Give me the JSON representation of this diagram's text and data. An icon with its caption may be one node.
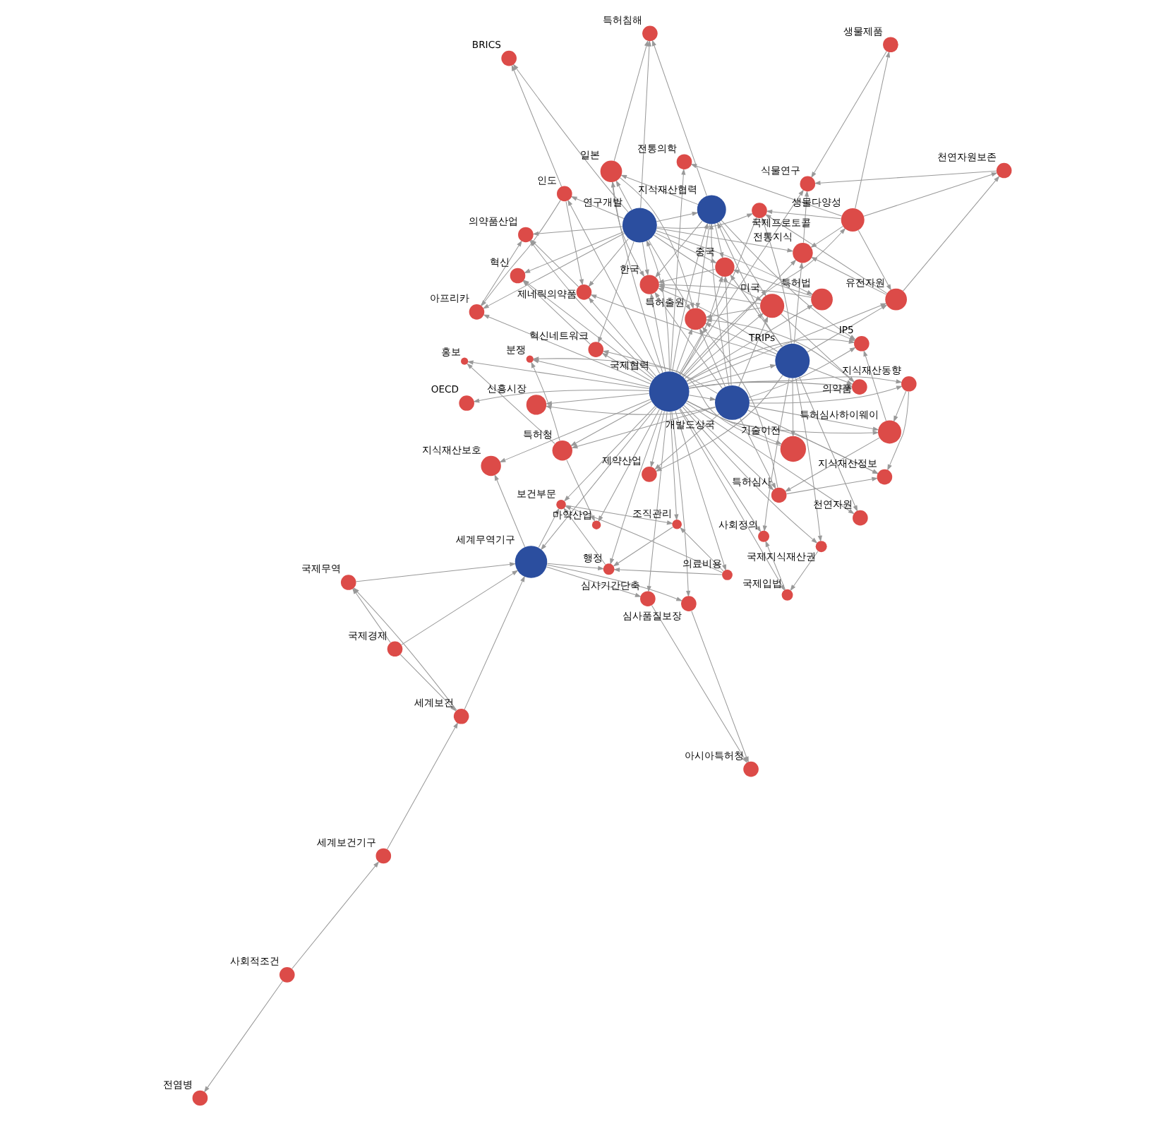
{
  "diagram": {
    "nodes": [
      {
        "text": [
          "전염병"
        ]
      },
      {
        "text": [
          "사회적조건"
        ]
      },
      {
        "text": [
          "세계보건기구"
        ]
      },
      {
        "text": [
          "국제무역"
        ]
      },
      {
        "text": [
          "세계보건"
        ]
      },
      {
        "text": [
          "식물연구"
        ]
      },
      {
        "text": [
          "국제경제"
        ]
      },
      {
        "text": [
          "천연자원"
        ]
      },
      {
        "text": [
          "국제지식재산권"
        ]
      },
      {
        "text": [
          "국제입법"
        ]
      },
      {
        "text": [
          "아시아특허청"
        ]
      },
      {
        "text": [
          "사회정의"
        ]
      },
      {
        "text": [
          "심사품질보장"
        ]
      },
      {
        "text": [
          "천연자원보존"
        ]
      },
      {
        "text": [
          "전통의학"
        ]
      },
      {
        "text": [
          "생물다양성"
        ]
      },
      {
        "text": [
          "의료비용"
        ]
      },
      {
        "text": [
          "생물제품"
        ]
      },
      {
        "text": [
          "보건부문"
        ]
      },
      {
        "text": [
          "심사기간단축"
        ]
      },
      {
        "text": [
          "지식재산보호"
        ]
      },
      {
        "text": [
          "세계무역기구"
        ]
      },
      {
        "text": [
          "국제프로토콜"
        ]
      },
      {
        "text": [
          "유전자원"
        ]
      },
      {
        "text": [
          "TRIPs"
        ]
      },
      {
        "text": [
          "행정"
        ]
      },
      {
        "text": [
          "전통지식"
        ]
      },
      {
        "text": [
          "조직관리"
        ]
      },
      {
        "text": [
          "마약산업"
        ]
      },
      {
        "text": [
          "국제협력"
        ]
      },
      {
        "text": [
          "기술이전"
        ]
      },
      {
        "text": [
          "혁신네트워크"
        ]
      },
      {
        "text": [
          "특허청"
        ]
      },
      {
        "text": [
          "홍보"
        ]
      },
      {
        "text": [
          "제네릭의약품"
        ]
      },
      {
        "text": [
          "연구개발"
        ]
      },
      {
        "text": [
          "개발도상국"
        ]
      },
      {
        "text": [
          "분쟁"
        ]
      },
      {
        "text": [
          "인도"
        ]
      },
      {
        "text": [
          "OECD"
        ]
      },
      {
        "text": [
          "지식재산협력"
        ]
      },
      {
        "text": [
          "지식재산동향"
        ]
      },
      {
        "text": [
          "신흥시장"
        ]
      },
      {
        "text": [
          "중국"
        ]
      },
      {
        "text": [
          "아프리카"
        ]
      },
      {
        "text": [
          "혁신"
        ]
      },
      {
        "text": [
          "IP5"
        ]
      },
      {
        "text": [
          "특허법"
        ]
      },
      {
        "text": [
          "의약품"
        ]
      },
      {
        "text": [
          "특허심사하이웨이"
        ]
      },
      {
        "text": [
          "의약품산업"
        ]
      },
      {
        "text": [
          "지식재산정보"
        ]
      },
      {
        "text": [
          "일본"
        ]
      },
      {
        "text": [
          "미국"
        ]
      },
      {
        "text": [
          "BRICS"
        ]
      },
      {
        "text": [
          "특허심사"
        ]
      },
      {
        "text": [
          "한국"
        ]
      },
      {
        "text": [
          "제약산업"
        ]
      },
      {
        "text": [
          "특허침해"
        ]
      },
      {
        "text": [
          "특허출원"
        ]
      }
    ],
    "edges": [
      {
        "from": 1,
        "to": 0,
        "arrow": "to"
      },
      {
        "from": 1,
        "to": 2,
        "arrow": "to"
      },
      {
        "from": 2,
        "to": 4,
        "arrow": "to"
      },
      {
        "from": 4,
        "to": 3,
        "arrow": "to"
      },
      {
        "from": 6,
        "to": 4,
        "arrow": "to"
      },
      {
        "from": 6,
        "to": 3,
        "arrow": "to"
      },
      {
        "from": 12,
        "to": 10,
        "arrow": "to"
      },
      {
        "from": 16,
        "to": 18,
        "arrow": "to"
      },
      {
        "from": 18,
        "to": 27,
        "arrow": "to"
      },
      {
        "from": 16,
        "to": 27,
        "arrow": "to"
      },
      {
        "from": 27,
        "to": 25,
        "arrow": "to"
      },
      {
        "from": 25,
        "to": 18,
        "arrow": "to"
      },
      {
        "from": 16,
        "to": 25,
        "arrow": "to"
      },
      {
        "from": 8,
        "to": 9,
        "arrow": "to"
      },
      {
        "from": 9,
        "to": 11,
        "arrow": "to"
      },
      {
        "from": 3,
        "to": 21,
        "arrow": "to"
      },
      {
        "from": 4,
        "to": 21,
        "arrow": "to"
      },
      {
        "from": 6,
        "to": 21,
        "arrow": "to"
      },
      {
        "from": 19,
        "to": 10,
        "arrow": "to"
      },
      {
        "from": 21,
        "to": 12,
        "arrow": "to"
      },
      {
        "from": 15,
        "to": 14,
        "arrow": "to"
      },
      {
        "from": 15,
        "to": 13,
        "arrow": "to"
      },
      {
        "from": 15,
        "to": 17,
        "arrow": "to"
      },
      {
        "from": 15,
        "to": 22,
        "arrow": "to"
      },
      {
        "from": 15,
        "to": 26,
        "arrow": "to"
      },
      {
        "from": 15,
        "to": 23,
        "arrow": "to"
      },
      {
        "from": 17,
        "to": 5,
        "arrow": "to"
      },
      {
        "from": 26,
        "to": 5,
        "arrow": "to"
      },
      {
        "from": 13,
        "to": 5,
        "arrow": "to"
      },
      {
        "from": 23,
        "to": 22,
        "arrow": "to"
      },
      {
        "from": 23,
        "to": 13,
        "arrow": "to"
      },
      {
        "from": 23,
        "to": 26,
        "arrow": "to"
      },
      {
        "from": 30,
        "to": 31,
        "arrow": "to"
      },
      {
        "from": 32,
        "to": 33,
        "arrow": "to"
      },
      {
        "from": 32,
        "to": 37,
        "arrow": "to"
      },
      {
        "from": 32,
        "to": 28,
        "arrow": "to"
      },
      {
        "from": 49,
        "to": 55,
        "arrow": "to"
      },
      {
        "from": 53,
        "to": 46,
        "arrow": "to"
      },
      {
        "from": 52,
        "to": 59,
        "arrow": "to"
      },
      {
        "from": 52,
        "to": 58,
        "arrow": "to"
      },
      {
        "from": 53,
        "to": 59,
        "arrow": "to"
      },
      {
        "from": 47,
        "to": 56,
        "arrow": "to"
      },
      {
        "from": 47,
        "to": 43,
        "arrow": "to"
      },
      {
        "from": 43,
        "to": 56,
        "arrow": "to"
      },
      {
        "from": 52,
        "to": 56,
        "arrow": "to"
      },
      {
        "from": 53,
        "to": 56,
        "arrow": "to"
      },
      {
        "from": 55,
        "to": 59,
        "arrow": "to"
      },
      {
        "from": 55,
        "to": 51,
        "arrow": "to"
      },
      {
        "from": 41,
        "to": 51,
        "arrow": "to"
      },
      {
        "from": 41,
        "to": 49,
        "arrow": "to"
      },
      {
        "from": 49,
        "to": 46,
        "arrow": "to"
      },
      {
        "from": 53,
        "to": 48,
        "arrow": "to"
      },
      {
        "from": 48,
        "to": 59,
        "arrow": "to"
      },
      {
        "from": 38,
        "to": 44,
        "arrow": "to"
      },
      {
        "from": 38,
        "to": 34,
        "arrow": "to"
      },
      {
        "from": 44,
        "to": 50,
        "arrow": "to"
      },
      {
        "from": 38,
        "to": 54,
        "arrow": "to"
      },
      {
        "from": 31,
        "to": 45,
        "arrow": "to"
      },
      {
        "from": 34,
        "to": 50,
        "arrow": "to"
      },
      {
        "from": 29,
        "to": 24,
        "arrow": "to"
      },
      {
        "from": 29,
        "to": 20,
        "arrow": "to"
      },
      {
        "from": 29,
        "to": 21,
        "arrow": "to"
      },
      {
        "from": 29,
        "to": 30,
        "arrow": "to"
      },
      {
        "from": 29,
        "to": 35,
        "arrow": "to"
      },
      {
        "from": 29,
        "to": 36,
        "arrow": "to"
      },
      {
        "from": 29,
        "to": 40,
        "arrow": "to"
      },
      {
        "from": 29,
        "to": 32,
        "arrow": "to"
      },
      {
        "from": 29,
        "to": 33,
        "arrow": "to"
      },
      {
        "from": 29,
        "to": 37,
        "arrow": "to"
      },
      {
        "from": 29,
        "to": 41,
        "arrow": "to"
      },
      {
        "from": 29,
        "to": 42,
        "arrow": "to"
      },
      {
        "from": 29,
        "to": 46,
        "arrow": "to"
      },
      {
        "from": 29,
        "to": 48,
        "arrow": "to"
      },
      {
        "from": 29,
        "to": 52,
        "arrow": "to"
      },
      {
        "from": 29,
        "to": 53,
        "arrow": "to"
      },
      {
        "from": 29,
        "to": 59,
        "arrow": "to"
      },
      {
        "from": 29,
        "to": 43,
        "arrow": "to"
      },
      {
        "from": 29,
        "to": 47,
        "arrow": "to"
      },
      {
        "from": 29,
        "to": 56,
        "arrow": "to"
      },
      {
        "from": 29,
        "to": 28,
        "arrow": "to"
      },
      {
        "from": 29,
        "to": 25,
        "arrow": "to"
      },
      {
        "from": 29,
        "to": 18,
        "arrow": "to"
      },
      {
        "from": 29,
        "to": 27,
        "arrow": "to"
      },
      {
        "from": 29,
        "to": 23,
        "arrow": "to"
      },
      {
        "from": 29,
        "to": 26,
        "arrow": "to"
      },
      {
        "from": 29,
        "to": 22,
        "arrow": "to"
      },
      {
        "from": 29,
        "to": 15,
        "arrow": "to"
      },
      {
        "from": 29,
        "to": 11,
        "arrow": "to"
      },
      {
        "from": 29,
        "to": 9,
        "arrow": "to"
      },
      {
        "from": 29,
        "to": 8,
        "arrow": "to"
      },
      {
        "from": 29,
        "to": 34,
        "arrow": "to"
      },
      {
        "from": 29,
        "to": 38,
        "arrow": "to"
      },
      {
        "from": 29,
        "to": 44,
        "arrow": "to"
      },
      {
        "from": 29,
        "to": 50,
        "arrow": "to"
      },
      {
        "from": 29,
        "to": 57,
        "arrow": "to"
      },
      {
        "from": 29,
        "to": 55,
        "arrow": "to"
      },
      {
        "from": 29,
        "to": 49,
        "arrow": "to"
      },
      {
        "from": 29,
        "to": 51,
        "arrow": "to"
      },
      {
        "from": 29,
        "to": 39,
        "arrow": "to"
      },
      {
        "from": 29,
        "to": 31,
        "arrow": "to"
      },
      {
        "from": 29,
        "to": 45,
        "arrow": "to"
      },
      {
        "from": 29,
        "to": 16,
        "arrow": "to"
      },
      {
        "from": 29,
        "to": 12,
        "arrow": "to"
      },
      {
        "from": 29,
        "to": 19,
        "arrow": "to"
      },
      {
        "from": 29,
        "to": 14,
        "arrow": "to"
      },
      {
        "from": 29,
        "to": 7,
        "arrow": "to"
      },
      {
        "from": 29,
        "to": 5,
        "arrow": "to"
      },
      {
        "from": 24,
        "to": 11,
        "arrow": "to"
      },
      {
        "from": 24,
        "to": 8,
        "arrow": "to"
      },
      {
        "from": 24,
        "to": 23,
        "arrow": "to"
      },
      {
        "from": 24,
        "to": 26,
        "arrow": "to"
      },
      {
        "from": 24,
        "to": 30,
        "arrow": "to"
      },
      {
        "from": 24,
        "to": 34,
        "arrow": "to"
      },
      {
        "from": 24,
        "to": 40,
        "arrow": "to"
      },
      {
        "from": 24,
        "to": 48,
        "arrow": "to"
      },
      {
        "from": 24,
        "to": 57,
        "arrow": "to"
      },
      {
        "from": 24,
        "to": 59,
        "arrow": "to"
      },
      {
        "from": 24,
        "to": 43,
        "arrow": "to"
      },
      {
        "from": 24,
        "to": 56,
        "arrow": "to"
      },
      {
        "from": 24,
        "to": 7,
        "arrow": "to"
      },
      {
        "from": 24,
        "to": 22,
        "arrow": "to"
      },
      {
        "from": 35,
        "to": 34,
        "arrow": "to"
      },
      {
        "from": 35,
        "to": 38,
        "arrow": "to"
      },
      {
        "from": 35,
        "to": 45,
        "arrow": "to"
      },
      {
        "from": 35,
        "to": 44,
        "arrow": "to"
      },
      {
        "from": 35,
        "to": 50,
        "arrow": "to"
      },
      {
        "from": 35,
        "to": 54,
        "arrow": "to"
      },
      {
        "from": 35,
        "to": 47,
        "arrow": "to"
      },
      {
        "from": 35,
        "to": 43,
        "arrow": "to"
      },
      {
        "from": 35,
        "to": 40,
        "arrow": "to"
      },
      {
        "from": 35,
        "to": 56,
        "arrow": "to"
      },
      {
        "from": 35,
        "to": 59,
        "arrow": "to"
      },
      {
        "from": 35,
        "to": 58,
        "arrow": "to"
      },
      {
        "from": 35,
        "to": 53,
        "arrow": "to"
      },
      {
        "from": 35,
        "to": 52,
        "arrow": "to"
      },
      {
        "from": 35,
        "to": 26,
        "arrow": "to"
      },
      {
        "from": 35,
        "to": 22,
        "arrow": "to"
      },
      {
        "from": 35,
        "to": 31,
        "arrow": "to"
      },
      {
        "from": 36,
        "to": 40,
        "arrow": "to"
      },
      {
        "from": 36,
        "to": 46,
        "arrow": "to"
      },
      {
        "from": 36,
        "to": 48,
        "arrow": "to"
      },
      {
        "from": 36,
        "to": 53,
        "arrow": "to"
      },
      {
        "from": 36,
        "to": 42,
        "arrow": "to"
      },
      {
        "from": 36,
        "to": 41,
        "arrow": "to"
      },
      {
        "from": 36,
        "to": 37,
        "arrow": "to"
      },
      {
        "from": 36,
        "to": 32,
        "arrow": "to"
      },
      {
        "from": 36,
        "to": 49,
        "arrow": "to"
      },
      {
        "from": 36,
        "to": 55,
        "arrow": "to"
      },
      {
        "from": 36,
        "to": 51,
        "arrow": "to"
      },
      {
        "from": 36,
        "to": 59,
        "arrow": "to"
      },
      {
        "from": 36,
        "to": 57,
        "arrow": "to"
      },
      {
        "from": 36,
        "to": 56,
        "arrow": "to"
      },
      {
        "from": 36,
        "to": 43,
        "arrow": "to"
      },
      {
        "from": 40,
        "to": 46,
        "arrow": "to"
      },
      {
        "from": 40,
        "to": 52,
        "arrow": "to"
      },
      {
        "from": 40,
        "to": 53,
        "arrow": "to"
      },
      {
        "from": 40,
        "to": 43,
        "arrow": "to"
      },
      {
        "from": 40,
        "to": 56,
        "arrow": "to"
      },
      {
        "from": 40,
        "to": 59,
        "arrow": "to"
      },
      {
        "from": 40,
        "to": 58,
        "arrow": "to"
      },
      {
        "from": 21,
        "to": 20,
        "arrow": "to"
      },
      {
        "from": 21,
        "to": 19,
        "arrow": "to"
      },
      {
        "from": 21,
        "to": 25,
        "arrow": "to"
      },
      {
        "from": 21,
        "to": 18,
        "arrow": "to"
      }
    ]
  }
}
